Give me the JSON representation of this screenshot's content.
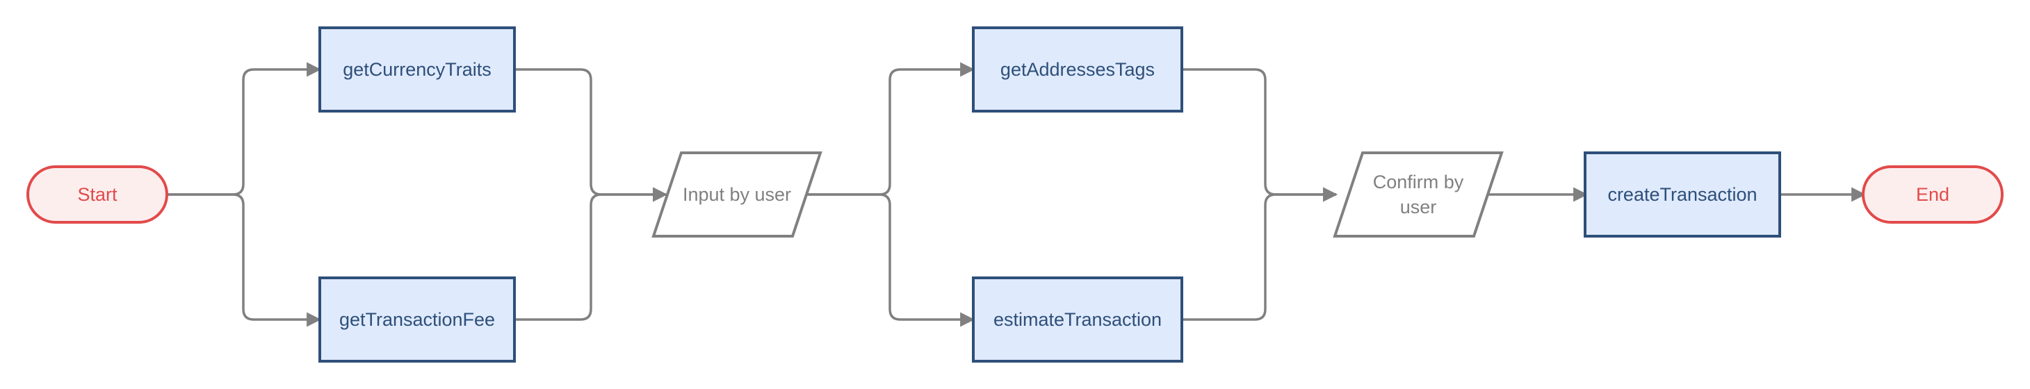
{
  "colors": {
    "connector": "#808080",
    "process_fill": "#dfeafc",
    "process_stroke": "#2e4f7a",
    "process_text": "#2e4f7a",
    "terminal_fill": "#fdeeee",
    "terminal_stroke": "#e24a4a",
    "terminal_text": "#e24a4a",
    "io_fill": "#ffffff",
    "io_stroke": "#808080",
    "io_text": "#808080"
  },
  "nodes": {
    "start": {
      "label": "Start"
    },
    "get_currency_traits": {
      "label": "getCurrencyTraits"
    },
    "get_transaction_fee": {
      "label": "getTransactionFee"
    },
    "input_by_user": {
      "label": "Input by user"
    },
    "get_addresses_tags": {
      "label": "getAddressesTags"
    },
    "estimate_transaction": {
      "label": "estimateTransaction"
    },
    "confirm_by_user": {
      "label_line1": "Confirm by",
      "label_line2": "user"
    },
    "create_transaction": {
      "label": "createTransaction"
    },
    "end": {
      "label": "End"
    }
  }
}
